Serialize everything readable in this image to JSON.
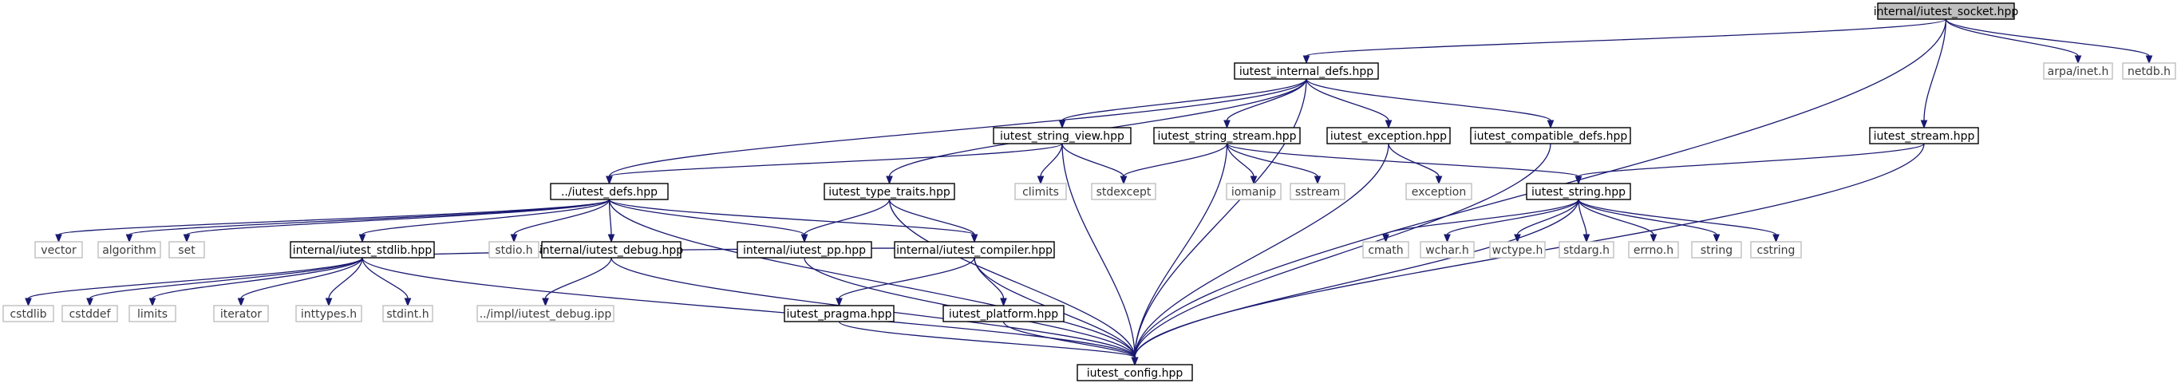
{
  "nodes": [
    {
      "id": "root",
      "label": "internal/iutest_socket.hpp",
      "kind": "root"
    },
    {
      "id": "internal_defs",
      "label": "iutest_internal_defs.hpp",
      "kind": "doc"
    },
    {
      "id": "arpa",
      "label": "arpa/inet.h",
      "kind": "ext"
    },
    {
      "id": "netdb",
      "label": "netdb.h",
      "kind": "ext"
    },
    {
      "id": "stream",
      "label": "iutest_stream.hpp",
      "kind": "doc"
    },
    {
      "id": "string_view",
      "label": "iutest_string_view.hpp",
      "kind": "doc"
    },
    {
      "id": "string_stream",
      "label": "iutest_string_stream.hpp",
      "kind": "doc"
    },
    {
      "id": "exception_hpp",
      "label": "iutest_exception.hpp",
      "kind": "doc"
    },
    {
      "id": "compatible",
      "label": "iutest_compatible_defs.hpp",
      "kind": "doc"
    },
    {
      "id": "defs",
      "label": "../iutest_defs.hpp",
      "kind": "doc"
    },
    {
      "id": "type_traits",
      "label": "iutest_type_traits.hpp",
      "kind": "doc"
    },
    {
      "id": "climits",
      "label": "climits",
      "kind": "ext"
    },
    {
      "id": "stdexcept",
      "label": "stdexcept",
      "kind": "ext"
    },
    {
      "id": "iomanip",
      "label": "iomanip",
      "kind": "ext"
    },
    {
      "id": "sstream",
      "label": "sstream",
      "kind": "ext"
    },
    {
      "id": "exception",
      "label": "exception",
      "kind": "ext"
    },
    {
      "id": "string_hpp",
      "label": "iutest_string.hpp",
      "kind": "doc"
    },
    {
      "id": "vector",
      "label": "vector",
      "kind": "ext"
    },
    {
      "id": "algorithm",
      "label": "algorithm",
      "kind": "ext"
    },
    {
      "id": "set",
      "label": "set",
      "kind": "ext"
    },
    {
      "id": "stdlib_hpp",
      "label": "internal/iutest_stdlib.hpp",
      "kind": "doc"
    },
    {
      "id": "stdio",
      "label": "stdio.h",
      "kind": "ext"
    },
    {
      "id": "debug",
      "label": "internal/iutest_debug.hpp",
      "kind": "doc"
    },
    {
      "id": "pp",
      "label": "internal/iutest_pp.hpp",
      "kind": "doc"
    },
    {
      "id": "compiler",
      "label": "internal/iutest_compiler.hpp",
      "kind": "doc"
    },
    {
      "id": "cmath",
      "label": "cmath",
      "kind": "ext"
    },
    {
      "id": "wchar",
      "label": "wchar.h",
      "kind": "ext"
    },
    {
      "id": "wctype",
      "label": "wctype.h",
      "kind": "ext"
    },
    {
      "id": "stdarg",
      "label": "stdarg.h",
      "kind": "ext"
    },
    {
      "id": "errno",
      "label": "errno.h",
      "kind": "ext"
    },
    {
      "id": "string",
      "label": "string",
      "kind": "ext"
    },
    {
      "id": "cstring",
      "label": "cstring",
      "kind": "ext"
    },
    {
      "id": "cstdlib",
      "label": "cstdlib",
      "kind": "ext"
    },
    {
      "id": "cstddef",
      "label": "cstddef",
      "kind": "ext"
    },
    {
      "id": "limits",
      "label": "limits",
      "kind": "ext"
    },
    {
      "id": "iterator",
      "label": "iterator",
      "kind": "ext"
    },
    {
      "id": "inttypes",
      "label": "inttypes.h",
      "kind": "ext"
    },
    {
      "id": "stdint",
      "label": "stdint.h",
      "kind": "ext"
    },
    {
      "id": "debug_ipp",
      "label": "../impl/iutest_debug.ipp",
      "kind": "ext"
    },
    {
      "id": "pragma",
      "label": "iutest_pragma.hpp",
      "kind": "doc"
    },
    {
      "id": "platform",
      "label": "iutest_platform.hpp",
      "kind": "doc"
    },
    {
      "id": "config",
      "label": "iutest_config.hpp",
      "kind": "doc"
    }
  ],
  "edges": [
    [
      "root",
      "internal_defs"
    ],
    [
      "root",
      "arpa"
    ],
    [
      "root",
      "netdb"
    ],
    [
      "root",
      "stream"
    ],
    [
      "root",
      "config"
    ],
    [
      "internal_defs",
      "defs"
    ],
    [
      "internal_defs",
      "type_traits"
    ],
    [
      "internal_defs",
      "string_view"
    ],
    [
      "internal_defs",
      "string_stream"
    ],
    [
      "internal_defs",
      "exception_hpp"
    ],
    [
      "internal_defs",
      "compatible"
    ],
    [
      "internal_defs",
      "config"
    ],
    [
      "string_view",
      "defs"
    ],
    [
      "string_view",
      "climits"
    ],
    [
      "string_view",
      "stdexcept"
    ],
    [
      "string_view",
      "config"
    ],
    [
      "string_stream",
      "stdexcept"
    ],
    [
      "string_stream",
      "iomanip"
    ],
    [
      "string_stream",
      "sstream"
    ],
    [
      "string_stream",
      "string_hpp"
    ],
    [
      "string_stream",
      "config"
    ],
    [
      "exception_hpp",
      "exception"
    ],
    [
      "exception_hpp",
      "config"
    ],
    [
      "compatible",
      "config"
    ],
    [
      "stream",
      "string_hpp"
    ],
    [
      "stream",
      "config"
    ],
    [
      "defs",
      "vector"
    ],
    [
      "defs",
      "algorithm"
    ],
    [
      "defs",
      "set"
    ],
    [
      "defs",
      "stdlib_hpp"
    ],
    [
      "defs",
      "stdio"
    ],
    [
      "defs",
      "debug"
    ],
    [
      "defs",
      "pp"
    ],
    [
      "defs",
      "compiler"
    ],
    [
      "defs",
      "config"
    ],
    [
      "type_traits",
      "pp"
    ],
    [
      "type_traits",
      "compiler"
    ],
    [
      "type_traits",
      "config"
    ],
    [
      "string_hpp",
      "cmath"
    ],
    [
      "string_hpp",
      "wchar"
    ],
    [
      "string_hpp",
      "wctype"
    ],
    [
      "string_hpp",
      "stdarg"
    ],
    [
      "string_hpp",
      "errno"
    ],
    [
      "string_hpp",
      "string"
    ],
    [
      "string_hpp",
      "cstring"
    ],
    [
      "string_hpp",
      "config"
    ],
    [
      "stdlib_hpp",
      "cstdlib"
    ],
    [
      "stdlib_hpp",
      "cstddef"
    ],
    [
      "stdlib_hpp",
      "limits"
    ],
    [
      "stdlib_hpp",
      "iterator"
    ],
    [
      "stdlib_hpp",
      "inttypes"
    ],
    [
      "stdlib_hpp",
      "stdint"
    ],
    [
      "stdlib_hpp",
      "compiler"
    ],
    [
      "stdlib_hpp",
      "config"
    ],
    [
      "debug",
      "debug_ipp"
    ],
    [
      "debug",
      "config"
    ],
    [
      "pp",
      "config"
    ],
    [
      "compiler",
      "pragma"
    ],
    [
      "compiler",
      "platform"
    ],
    [
      "compiler",
      "config"
    ],
    [
      "pragma",
      "config"
    ],
    [
      "platform",
      "config"
    ]
  ]
}
